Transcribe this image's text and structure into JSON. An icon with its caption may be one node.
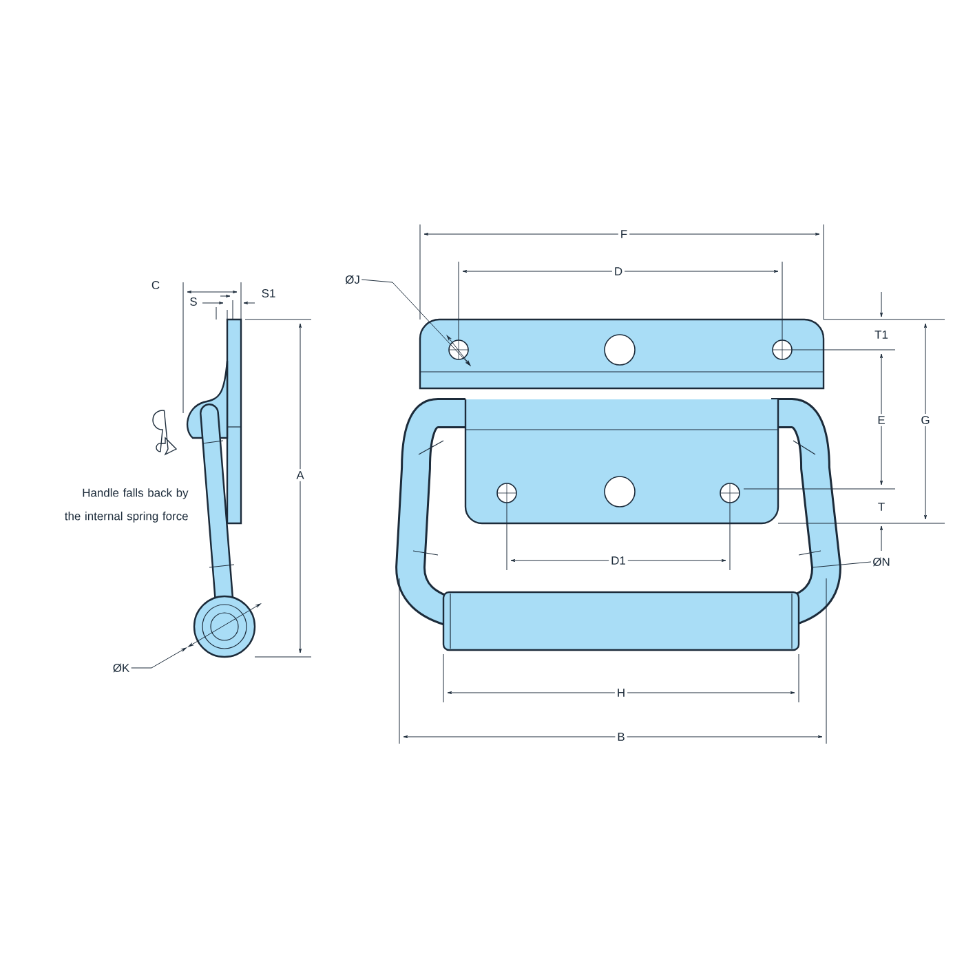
{
  "diagram": {
    "nodes": [
      {
        "text": [
          "ØJ"
        ]
      },
      {
        "text": [
          "ØK"
        ]
      },
      {
        "text": [
          "ØN"
        ]
      }
    ],
    "edges": [
      {
        "from": 0,
        "to": null,
        "arrow": "to"
      },
      {
        "from": 1,
        "to": null,
        "arrow": "to"
      },
      {
        "from": 2,
        "to": null,
        "arrow": "none"
      }
    ],
    "labels": [
      "C",
      "S",
      "S1",
      "F",
      "D",
      "T1",
      "E",
      "G",
      "A",
      "Handle falls back by the internal spring force",
      "T",
      "D1",
      "H",
      "B"
    ]
  }
}
